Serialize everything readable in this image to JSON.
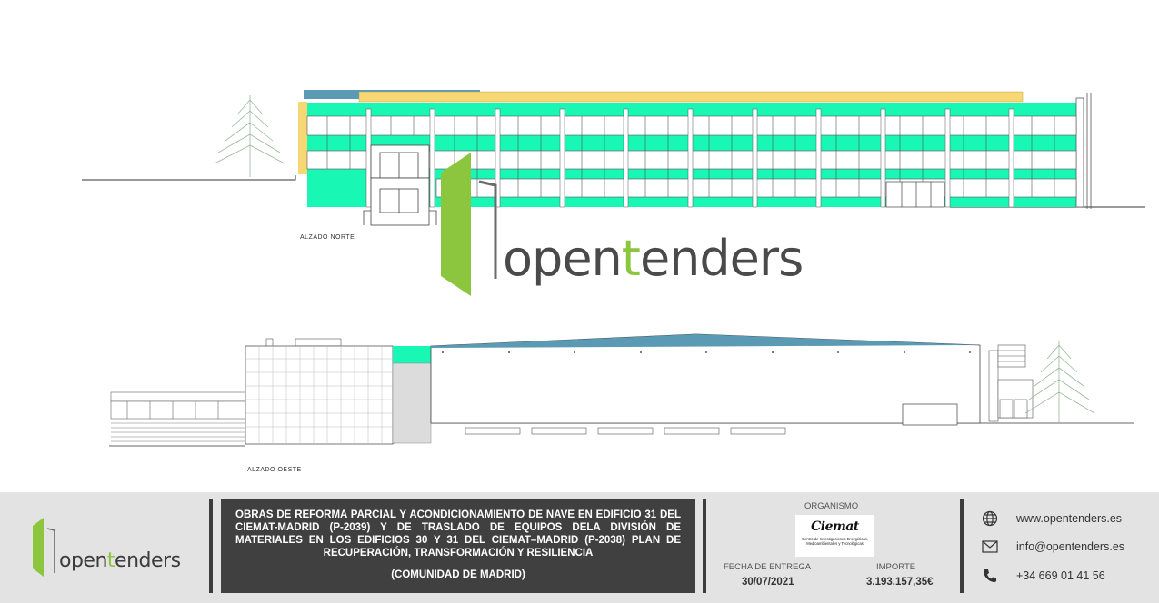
{
  "drawing": {
    "north_caption": "ALZADO NORTE",
    "west_caption": "ALZADO OESTE"
  },
  "brand": {
    "name_prefix": "open",
    "name_highlight": "t",
    "name_suffix": "enders",
    "colors": {
      "accent": "#8cc63f",
      "text": "#4a4a4a"
    }
  },
  "tender": {
    "title": "OBRAS DE REFORMA PARCIAL Y ACONDICIONAMIENTO DE NAVE EN EDIFICIO 31 DEL CIEMAT-MADRID (P-2039) Y DE TRASLADO DE EQUIPOS DELA DIVISIÓN DE MATERIALES EN LOS EDIFICIOS 30 Y 31 DEL CIEMAT–MADRID (P-2038) PLAN DE RECUPERACIÓN, TRANSFORMACIÓN Y RESILIENCIA",
    "region": "(COMUNIDAD DE MADRID)"
  },
  "organism": {
    "label": "ORGANISMO",
    "logo_name": "Ciemat",
    "logo_subtitle": "Centro de Investigaciones Energéticas, Medioambientales y Tecnológicas"
  },
  "delivery": {
    "label": "FECHA DE ENTREGA",
    "value": "30/07/2021"
  },
  "amount": {
    "label": "IMPORTE",
    "value": "3.193.157,35€"
  },
  "contacts": [
    {
      "icon": "globe-icon",
      "text": "www.opentenders.es"
    },
    {
      "icon": "mail-icon",
      "text": "info@opentenders.es"
    },
    {
      "icon": "phone-icon",
      "text": "+34 669 01 41 56"
    }
  ],
  "colors": {
    "teal": "#19f7b4",
    "roof_yellow": "#f7d774",
    "roof_blue": "#5a9ab5",
    "footer_bg": "#e3e3e3",
    "title_bg": "#404040"
  }
}
